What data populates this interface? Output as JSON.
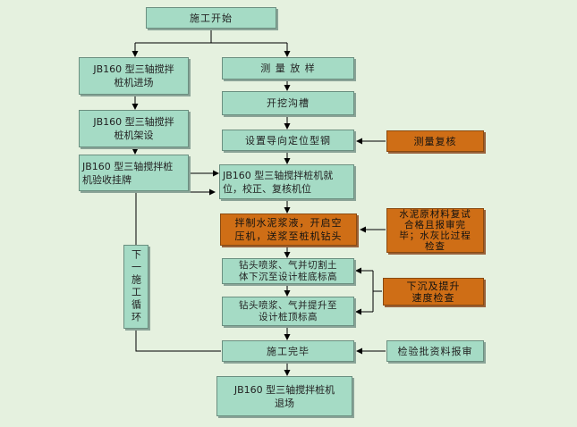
{
  "nodes": {
    "start": "施工开始",
    "enter_line1": "JB160 型三轴搅拌",
    "enter_line2": "桩机进场",
    "survey": "测 量 放 样",
    "trench": "开挖沟槽",
    "mount_line1": "JB160 型三轴搅拌",
    "mount_line2": "桩机架设",
    "guide": "设置导向定位型钢",
    "recheck": "测量复核",
    "accept_line1": "JB160 型三轴搅拌桩",
    "accept_line2": "机验收挂牌",
    "position_line1": "JB160  型三轴搅拌桩机就",
    "position_line2": "位，校正、复核机位",
    "slurry_line1": "拌制水泥浆液，开启空",
    "slurry_line2": "压机，送浆至桩机钻头",
    "cement_line1": "水泥原材料复试",
    "cement_line2": "合格且报审完",
    "cement_line3": "毕；水灰比过程",
    "cement_line4": "检查",
    "next_cycle": "下一施工循环",
    "sink_line1": "钻头喷浆、气并切割土",
    "sink_line2": "体下沉至设计桩底标高",
    "speed_line1": "下沉及提升",
    "speed_line2": "速度检查",
    "lift_line1": "钻头喷浆、气并提升至",
    "lift_line2": "设计桩顶标高",
    "done": "施工完毕",
    "inspect": "检验批资料报审",
    "exit_line1": "JB160 型三轴搅拌桩机",
    "exit_line2": "退场"
  },
  "colors": {
    "process_fill": "#a5dbc5",
    "check_fill": "#cf6e16",
    "background": "#e5f1df",
    "line": "#000000"
  }
}
